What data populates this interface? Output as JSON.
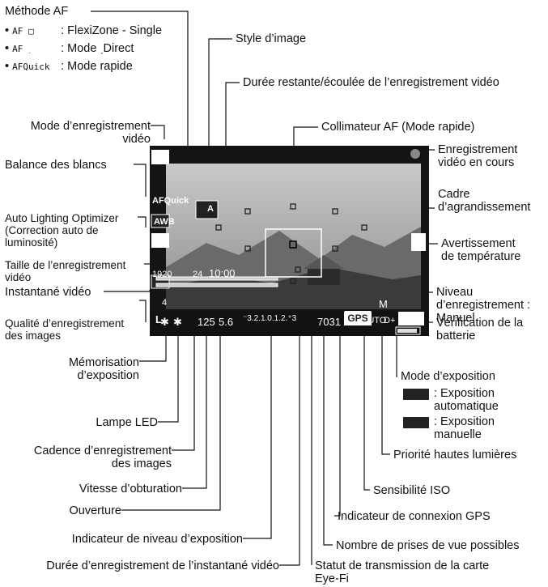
{
  "af_method": {
    "title": "Méthode AF",
    "items": [
      {
        "code": "AF □",
        "text": ": FlexiZone - Single"
      },
      {
        "code": "AF ٜ",
        "text": ": Mode ٜ Direct"
      },
      {
        "code": "AFQuick",
        "text": ": Mode rapide"
      }
    ]
  },
  "labels_left": {
    "mode": [
      "Mode d’enregistrement",
      "vidéo"
    ],
    "wb": "Balance des blancs",
    "alo": [
      "Auto Lighting Optimizer",
      "(Correction auto de",
      "luminosité)"
    ],
    "size": [
      "Taille de l’enregistrement",
      "vidéo"
    ],
    "snapshot": "Instantané vidéo",
    "quality": [
      "Qualité d’enregistrement",
      "des images"
    ],
    "ae_lock": [
      "Mémorisation",
      "d’exposition"
    ],
    "led": "Lampe LED",
    "frame_rate": [
      "Cadence d’enregistrement",
      "des images"
    ],
    "shutter": "Vitesse d’obturation",
    "aperture": "Ouverture",
    "exposure_level": "Indicateur de niveau d’exposition",
    "snapshot_duration": "Durée d’enregistrement de l’instantané vidéo"
  },
  "labels_top": {
    "picture_style": "Style d’image",
    "remaining_time": "Durée restante/écoulée de l’enregistrement vidéo",
    "af_point": "Collimateur AF (Mode rapide)"
  },
  "labels_right": {
    "recording": [
      "Enregistrement",
      "vidéo en cours"
    ],
    "magnify": [
      "Cadre",
      "d’agrandissement"
    ],
    "temp": [
      "Avertissement",
      "de température"
    ],
    "rec_level": [
      "Niveau",
      "d’enregistrement :",
      "Manuel"
    ],
    "battery": [
      "Vérification de la",
      "batterie"
    ],
    "exposure_mode": "Mode d’exposition",
    "exposure_auto": [
      ": Exposition",
      "automatique"
    ],
    "exposure_manual": [
      ": Exposition",
      "manuelle"
    ],
    "highlight": "Priorité hautes lumières",
    "iso": "Sensibilité ISO",
    "gps": "Indicateur de connexion GPS",
    "shots": "Nombre de prises de vue possibles",
    "eyefi": [
      "Statut de transmission de la carte",
      "Eye-Fi"
    ]
  },
  "screen": {
    "afquick": "AFQuick",
    "awb": "AWB",
    "style": "A",
    "size": "1920",
    "rate": "24",
    "time": "10:00",
    "quality": "L",
    "snap": "4",
    "shutter": "125",
    "aperture": "5.6",
    "scale": "⁻3.2.1.0.1.2.⁺3",
    "shots": "7031",
    "iso": "AUTO",
    "dplus": "D+",
    "gps": "GPS",
    "mic": "M",
    "ae": "✱",
    "led": "✱"
  },
  "colors": {
    "screen_bg": "#111111",
    "accent": "#ffffff"
  }
}
